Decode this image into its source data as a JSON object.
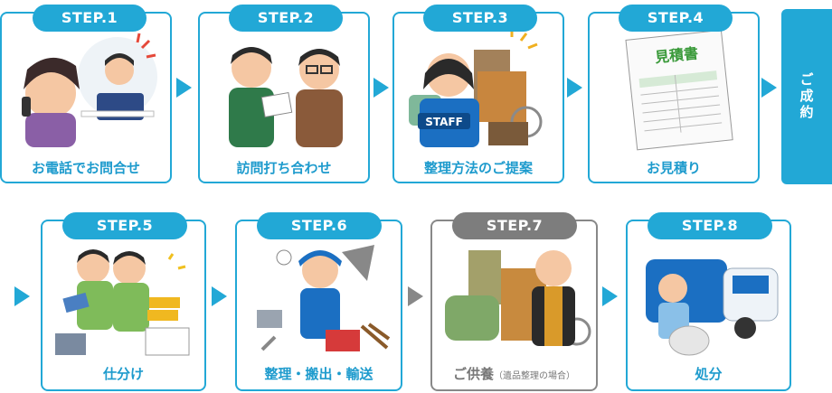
{
  "accent_color": "#22a8d6",
  "muted_color": "#888888",
  "steps": [
    {
      "label": "STEP.1",
      "title": "お電話でお問合せ"
    },
    {
      "label": "STEP.2",
      "title": "訪問打ち合わせ"
    },
    {
      "label": "STEP.3",
      "title": "整理方法のご提案"
    },
    {
      "label": "STEP.4",
      "title": "お見積り"
    },
    {
      "label": "STEP.5",
      "title": "仕分け"
    },
    {
      "label": "STEP.6",
      "title": "整理・搬出・輸送"
    },
    {
      "label": "STEP.7",
      "title": "ご供養",
      "note": "（遺品整理の場合）"
    },
    {
      "label": "STEP.8",
      "title": "処分"
    }
  ],
  "contract_label": "ご成約",
  "staff_label": "STAFF",
  "estimate_label": "見積書"
}
